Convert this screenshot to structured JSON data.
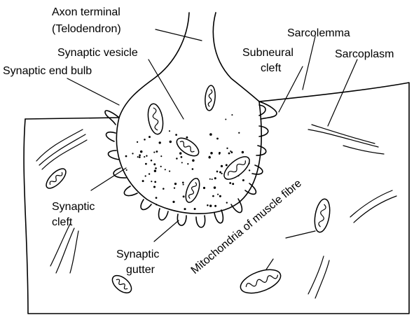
{
  "labels": {
    "axon_terminal": "Axon terminal",
    "telodendron": "(Telodendron)",
    "synaptic_vesicle": "Synaptic vesicle",
    "synaptic_end_bulb": "Synaptic end bulb",
    "sarcolemma": "Sarcolemma",
    "subneural": "Subneural",
    "cleft": "cleft",
    "sarcoplasm": "Sarcoplasm",
    "synaptic": "Synaptic",
    "synaptic_cleft_2": "cleft",
    "synaptic_gutter_1": "Synaptic",
    "gutter": "gutter",
    "mitochondria": "Mitochondria of muscle fibre"
  }
}
